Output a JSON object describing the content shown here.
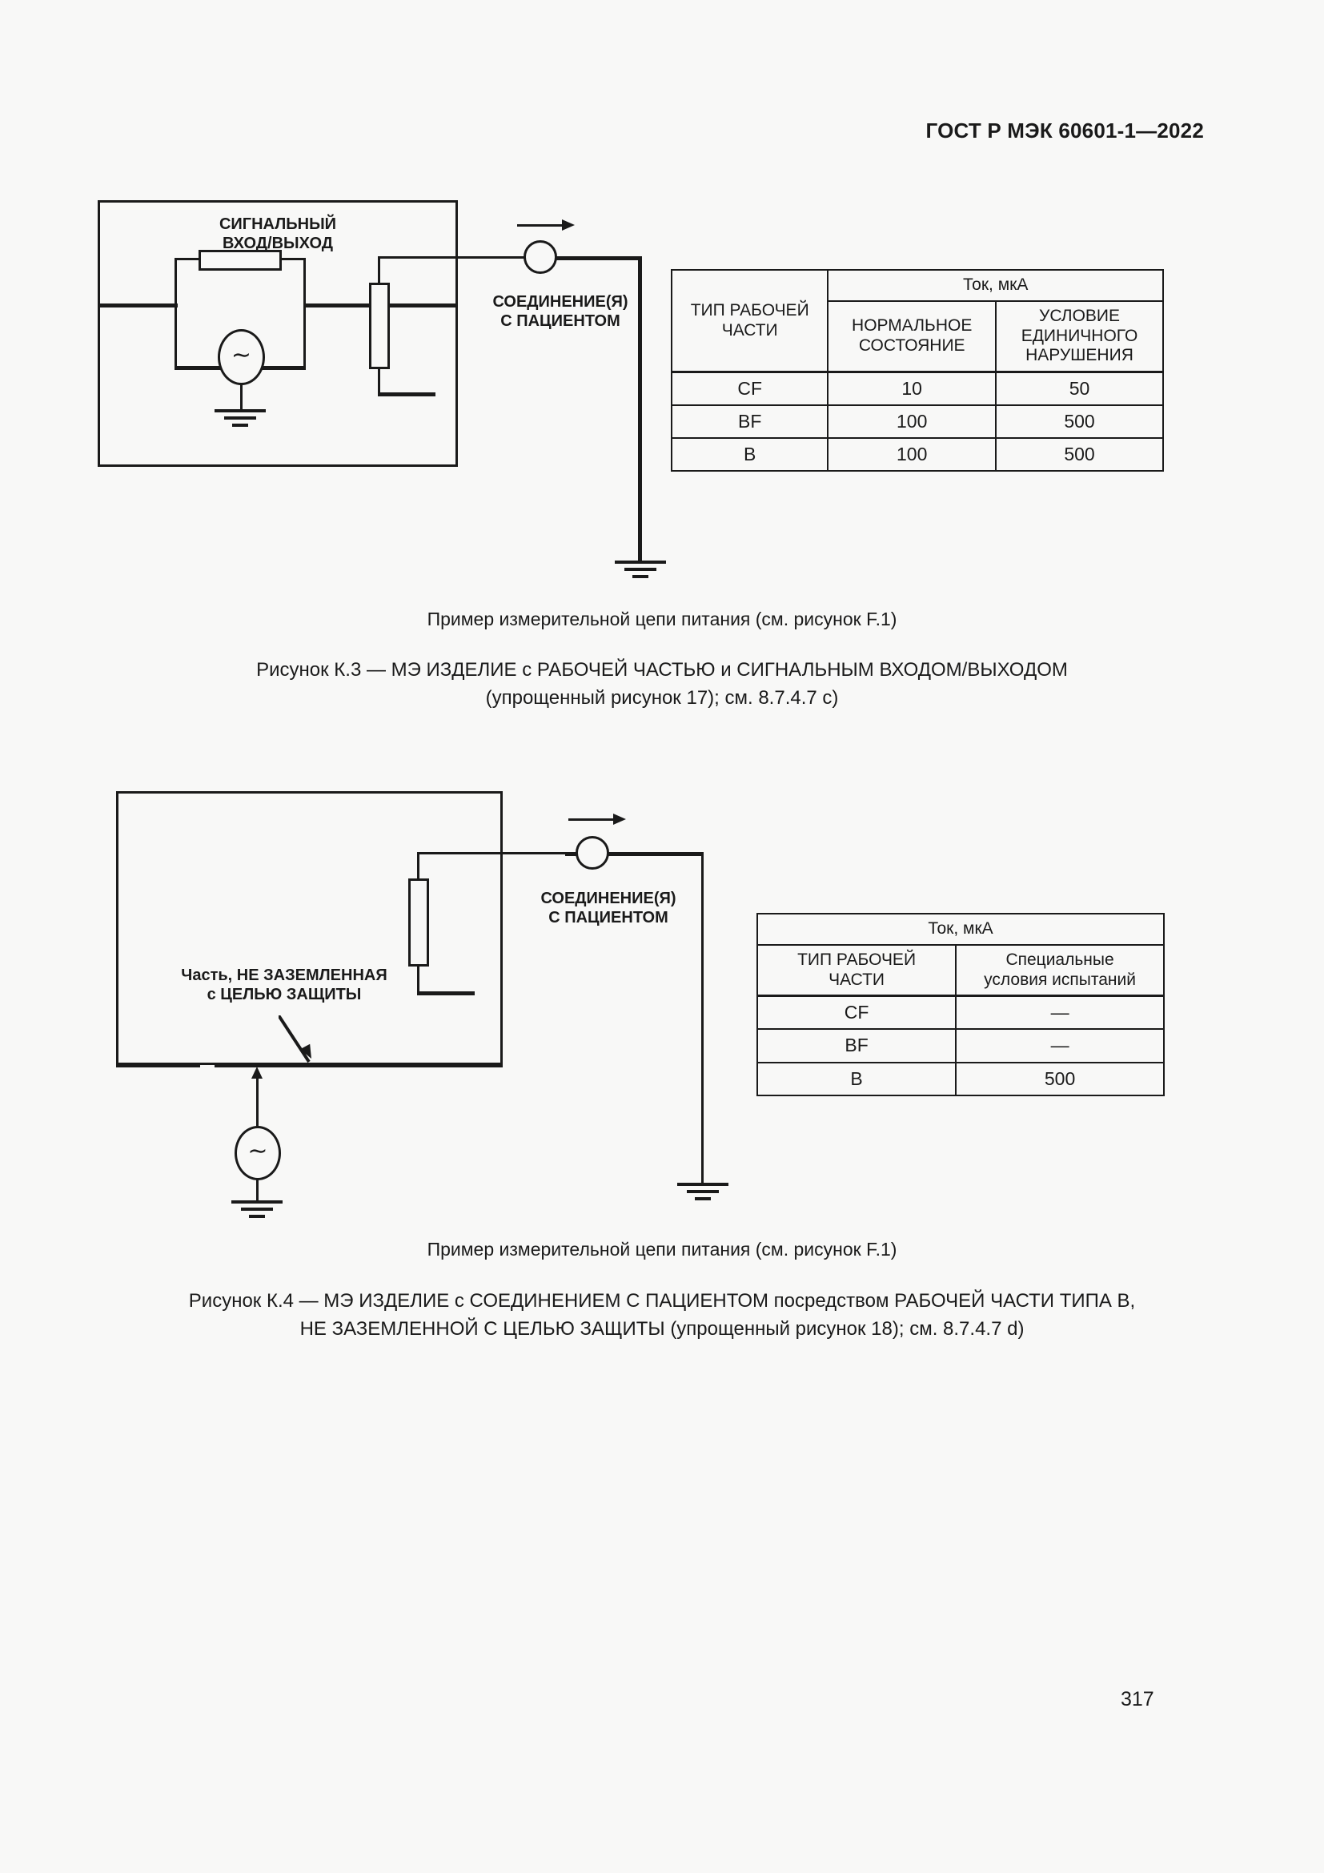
{
  "header": {
    "standard_title": "ГОСТ Р МЭК 60601-1—2022"
  },
  "page": {
    "number": "317"
  },
  "figures": [
    {
      "id": "K.3",
      "labels": {
        "signal_io": "СИГНАЛЬНЫЙ\nВХОД/ВЫХОД",
        "signal_io_line1": "СИГНАЛЬНЫЙ",
        "signal_io_line2": "ВХОД/ВЫХОД",
        "patient_connection_line1": "СОЕДИНЕНИЕ(Я)",
        "patient_connection_line2": "С ПАЦИЕНТОМ",
        "source_symbol": "∼"
      },
      "note": "Пример измерительной цепи питания (см. рисунок F.1)",
      "caption_line1": "Рисунок К.3 — МЭ ИЗДЕЛИЕ с РАБОЧЕЙ ЧАСТЬЮ и СИГНАЛЬНЫМ ВХОДОМ/ВЫХОДОМ",
      "caption_line2": "(упрощенный рисунок 17); см. 8.7.4.7 c)",
      "table": {
        "unit_header": "Ток, мкА",
        "col_type_line1": "ТИП РАБОЧЕЙ",
        "col_type_line2": "ЧАСТИ",
        "col_normal_line1": "НОРМАЛЬНОЕ",
        "col_normal_line2": "СОСТОЯНИЕ",
        "col_fault_line1": "УСЛОВИЕ",
        "col_fault_line2": "ЕДИНИЧНОГО",
        "col_fault_line3": "НАРУШЕНИЯ",
        "rows": [
          {
            "type": "CF",
            "normal": "10",
            "fault": "50"
          },
          {
            "type": "BF",
            "normal": "100",
            "fault": "500"
          },
          {
            "type": "B",
            "normal": "100",
            "fault": "500"
          }
        ]
      }
    },
    {
      "id": "K.4",
      "labels": {
        "not_earthed_line1": "Часть, НЕ ЗАЗЕМЛЕННАЯ",
        "not_earthed_line2": "с ЦЕЛЬЮ ЗАЩИТЫ",
        "patient_connection_line1": "СОЕДИНЕНИЕ(Я)",
        "patient_connection_line2": "С ПАЦИЕНТОМ",
        "source_symbol": "∼"
      },
      "note": "Пример измерительной цепи питания (см. рисунок F.1)",
      "caption_line1": "Рисунок К.4 — МЭ ИЗДЕЛИЕ с СОЕДИНЕНИЕМ С ПАЦИЕНТОМ посредством РАБОЧЕЙ ЧАСТИ ТИПА В,",
      "caption_line2": "НЕ ЗАЗЕМЛЕННОЙ С ЦЕЛЬЮ ЗАЩИТЫ (упрощенный рисунок 18); см. 8.7.4.7 d)",
      "table": {
        "unit_header": "Ток, мкА",
        "col_type_line1": "ТИП РАБОЧЕЙ",
        "col_type_line2": "ЧАСТИ",
        "col_special_line1": "Специальные",
        "col_special_line2": "условия испытаний",
        "rows": [
          {
            "type": "CF",
            "special": "—"
          },
          {
            "type": "BF",
            "special": "—"
          },
          {
            "type": "B",
            "special": "500"
          }
        ]
      }
    }
  ],
  "colors": {
    "ink": "#1a1a1a",
    "paper": "#f8f8f7"
  }
}
